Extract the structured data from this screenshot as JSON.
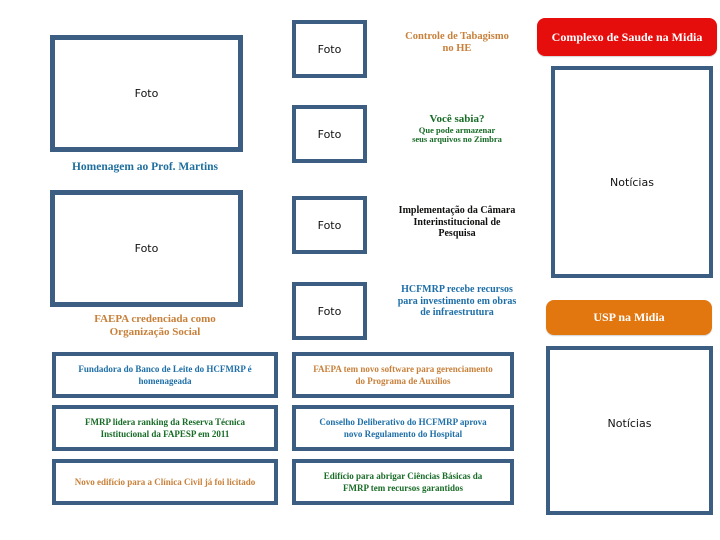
{
  "page": {
    "title": "Complexo de Saude - Painel de Noticias",
    "background": "#ffffff",
    "frame_color": "#3C5E82"
  },
  "colors": {
    "frame_blue": "#3C5E82",
    "teal_text": "#1F6F9E",
    "orange_text": "#C8803A",
    "green_text": "#176B26",
    "dark_text": "#10100F",
    "blue_text": "#1E6FA8",
    "banner_red": "#E60D0D",
    "banner_orange": "#E2760F"
  },
  "left_column": {
    "photo_1": {
      "caption": "Foto"
    },
    "headline_1": "Homenagem ao Prof. Martins",
    "photo_2": {
      "caption": "Foto"
    },
    "headline_2_line1": "FAEPA credenciada como",
    "headline_2_line2": "Organização Social",
    "cards": [
      {
        "line1": "Fundadora do Banco de Leite do HCFMRP é",
        "line2": "homenageada",
        "color": "blue"
      },
      {
        "line1": "FMRP lidera ranking da Reserva Técnica",
        "line2": "Institucional da FAPESP em 2011",
        "color": "green"
      },
      {
        "line1": "Novo edifício para a Clínica Civil já foi licitado",
        "line2": "",
        "color": "orange"
      }
    ]
  },
  "middle_column": {
    "photos": [
      {
        "caption": "Foto"
      },
      {
        "caption": "Foto"
      },
      {
        "caption": "Foto"
      },
      {
        "caption": "Foto"
      }
    ],
    "headlines": [
      {
        "line1": "Controle de Tabagismo",
        "line2": "no HE",
        "line3": "",
        "color": "orange"
      },
      {
        "line1": "Você sabia?",
        "line2": "Que pode armazenar",
        "line3": "seus arquivos no Zimbra",
        "color": "green"
      },
      {
        "line1": "Implementação da Câmara",
        "line2": "Interinstitucional de",
        "line3": "Pesquisa",
        "color": "dark"
      },
      {
        "line1": "HCFMRP recebe recursos",
        "line2": "para investimento em obras",
        "line3": "de infraestrutura",
        "color": "blue"
      }
    ],
    "cards": [
      {
        "line1": "FAEPA tem novo software para gerenciamento",
        "line2": "do Programa de Auxílios",
        "color": "orange"
      },
      {
        "line1": "Conselho Deliberativo do HCFMRP aprova",
        "line2": "novo Regulamento do Hospital",
        "color": "blue"
      },
      {
        "line1": "Edifício para abrigar Ciências Básicas da",
        "line2": "FMRP tem recursos garantidos",
        "color": "green"
      }
    ]
  },
  "right_column": {
    "banner_1": "Complexo de Saude na Midia",
    "news_box_1": "Notícias",
    "banner_2": "USP na Midia",
    "news_box_2": "Notícias"
  }
}
